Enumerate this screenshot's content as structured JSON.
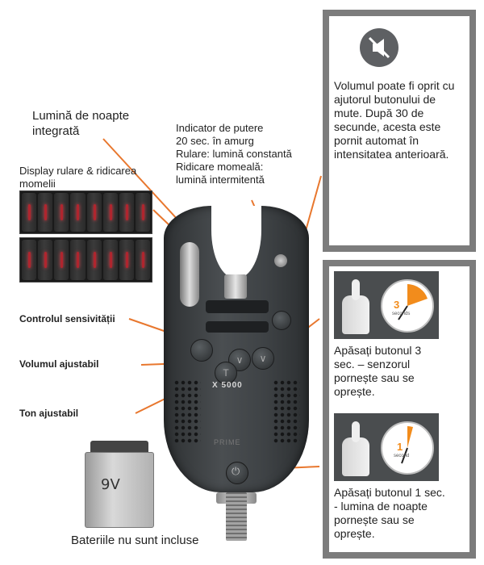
{
  "labels": {
    "night_light": "Lumină de noapte integrată",
    "power_indicator": [
      "Indicator de putere",
      "20 sec. în amurg",
      "Rulare: lumină constantă",
      "Ridicare momeală:",
      "lumină intermitentă"
    ],
    "display": "Display rulare & ridicarea momelii",
    "sensitivity": "Controlul sensivității",
    "volume": "Volumul ajustabil",
    "tone": "Ton ajustabil",
    "battery_note": "Bateriile nu sunt incluse"
  },
  "device": {
    "model": "X 5000",
    "brand": "PRIME",
    "battery_text": "9V"
  },
  "panels": {
    "mute_text": "Volumul poate fi oprit cu ajutorul butonului de mute. După 30 de secunde, acesta este pornit automat în intensitatea anterioară.",
    "press3_text": "Apăsați butonul 3 sec. – senzorul pornește sau se oprește.",
    "press3_timer": "3",
    "press1_text": "Apăsați butonul 1 sec. - lumina de noapte pornește sau se oprește.",
    "press1_timer": "1",
    "timer_unit_plural": "seconds",
    "timer_unit_singular": "second"
  },
  "colors": {
    "leader_line": "#e8772e",
    "panel_frame": "#7c7c7c",
    "device_body": "#3e4245",
    "led_red": "#b0252e"
  },
  "icons": [
    "mute-speaker-icon",
    "power-icon",
    "timer-icon",
    "hand-press-icon"
  ]
}
